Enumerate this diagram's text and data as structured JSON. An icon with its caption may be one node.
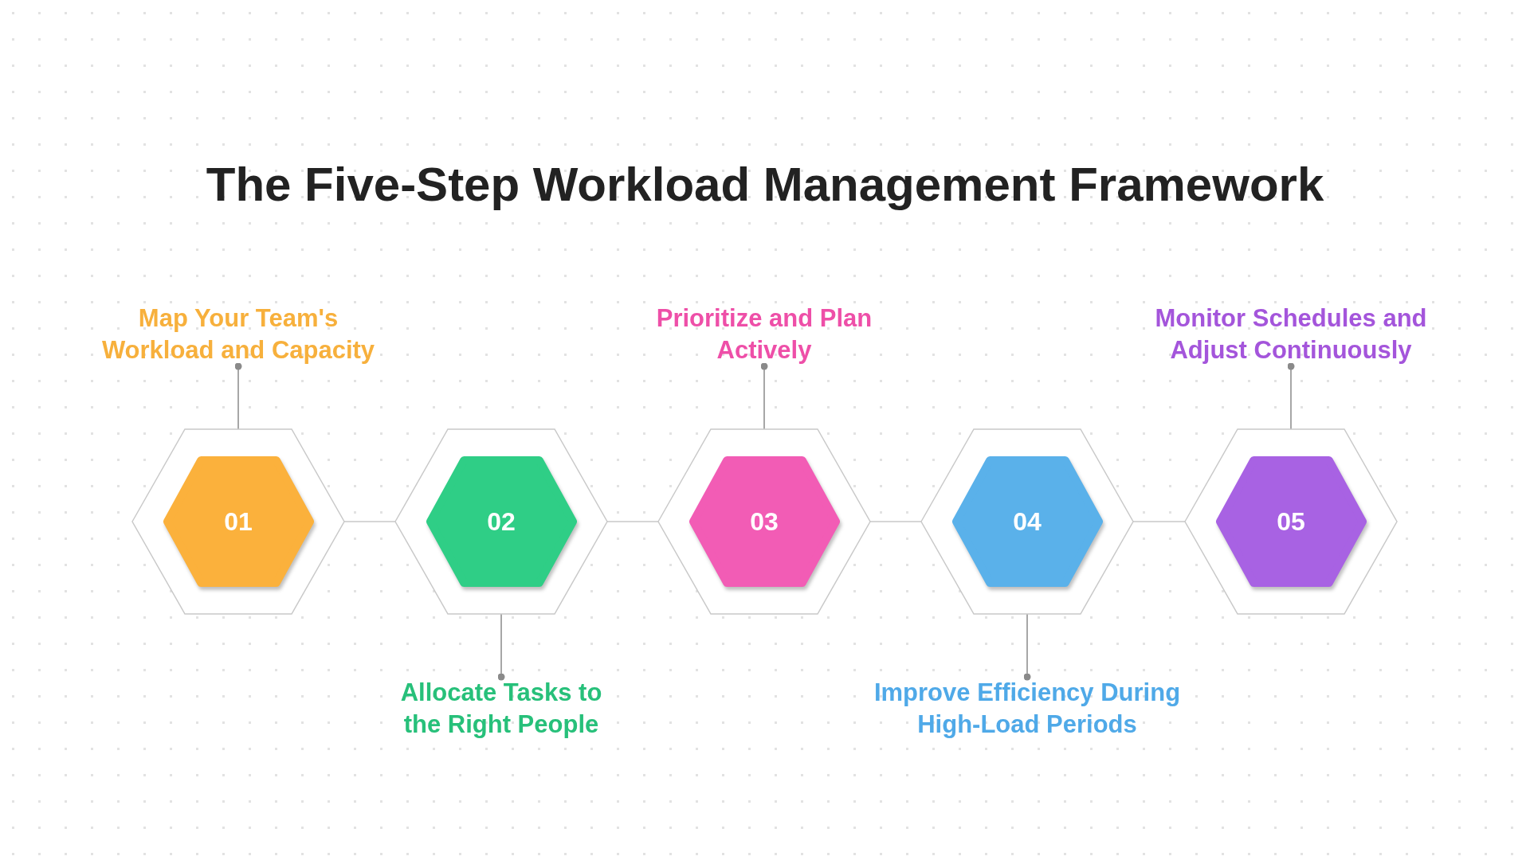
{
  "diagram": {
    "title": "The Five-Step Workload Management Framework",
    "nodes": [
      {
        "text": [],
        "shape": "hexagon"
      },
      {
        "text": [
          "01"
        ],
        "in": 0
      },
      {
        "text": [],
        "shape": "hexagon"
      },
      {
        "text": [
          "02"
        ],
        "in": 2
      },
      {
        "text": [],
        "shape": "hexagon"
      },
      {
        "text": [
          "03"
        ],
        "in": 4
      },
      {
        "text": [],
        "shape": "hexagon"
      },
      {
        "text": [
          "04"
        ],
        "in": 6
      },
      {
        "text": [],
        "shape": "hexagon"
      },
      {
        "text": [
          "05"
        ],
        "in": 8
      },
      {
        "text": [
          "Map Your Team's Workload and Capacity"
        ]
      },
      {
        "text": [
          "Allocate Tasks to the Right People"
        ]
      },
      {
        "text": [
          "Prioritize and Plan Actively"
        ]
      },
      {
        "text": [
          "Improve Efficiency During High-Load Periods"
        ]
      },
      {
        "text": [
          "Monitor Schedules and Adjust Continuously"
        ]
      }
    ],
    "edges": [
      {
        "from": 0,
        "to": 2,
        "arrow": "none"
      },
      {
        "from": 2,
        "to": 4,
        "arrow": "none"
      },
      {
        "from": 4,
        "to": 6,
        "arrow": "none"
      },
      {
        "from": 6,
        "to": 8,
        "arrow": "none"
      },
      {
        "from": 10,
        "to": 0,
        "arrow": "other"
      },
      {
        "from": 11,
        "to": 2,
        "arrow": "other"
      },
      {
        "from": 12,
        "to": 4,
        "arrow": "other"
      },
      {
        "from": 13,
        "to": 6,
        "arrow": "other"
      },
      {
        "from": 14,
        "to": 8,
        "arrow": "other"
      }
    ]
  }
}
